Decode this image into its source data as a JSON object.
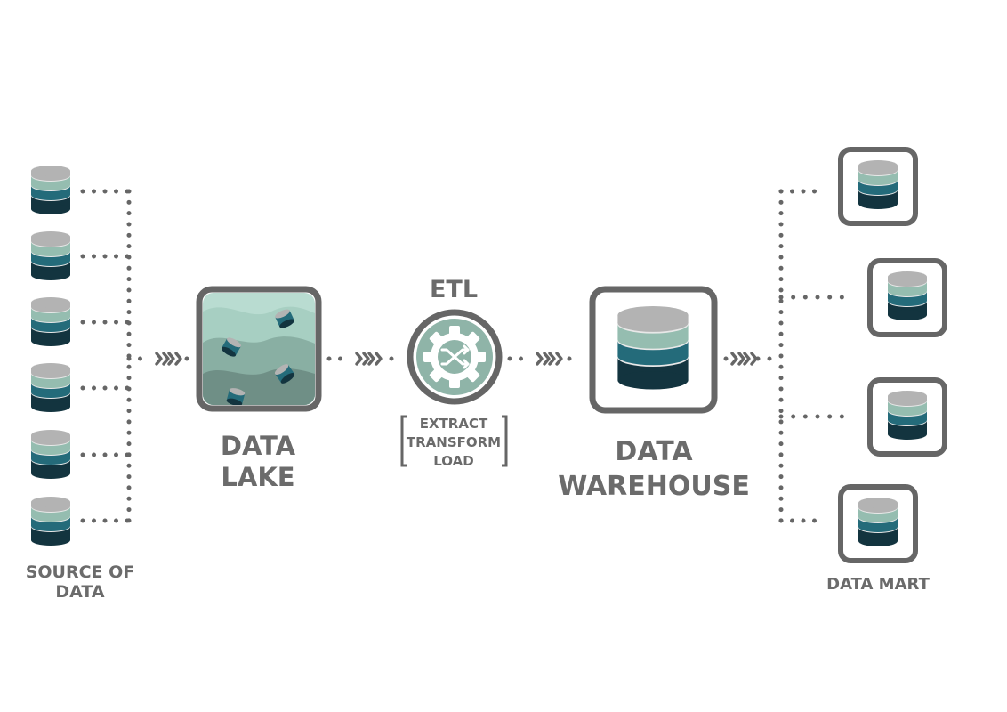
{
  "labels": {
    "source": [
      "SOURCE OF",
      "DATA"
    ],
    "lake": [
      "DATA",
      "LAKE"
    ],
    "etl_title": "ETL",
    "etl_steps": [
      "EXTRACT",
      "TRANSFORM",
      "LOAD"
    ],
    "warehouse": [
      "DATA",
      "WAREHOUSE"
    ],
    "mart": "DATA MART"
  },
  "icons": {
    "source_databases": [
      "database-icon",
      "database-icon",
      "database-icon",
      "database-icon",
      "database-icon",
      "database-icon"
    ],
    "data_lake": "data-lake-icon",
    "etl": "etl-gear-shuffle-icon",
    "warehouse": "database-icon",
    "data_marts": [
      "database-icon",
      "database-icon",
      "database-icon",
      "database-icon"
    ],
    "flow_arrows": "double-chevron-icon"
  },
  "colors": {
    "frame": "#666666",
    "label_text": "#6b6b6b",
    "db_top": "#b3b3b3",
    "db_layer_1": "#95bdb0",
    "db_layer_2": "#246b7a",
    "db_layer_3": "#13343f",
    "lake_water_1": "#a7cfc2",
    "lake_water_2": "#89afa3",
    "lake_water_3": "#6f8f86"
  }
}
